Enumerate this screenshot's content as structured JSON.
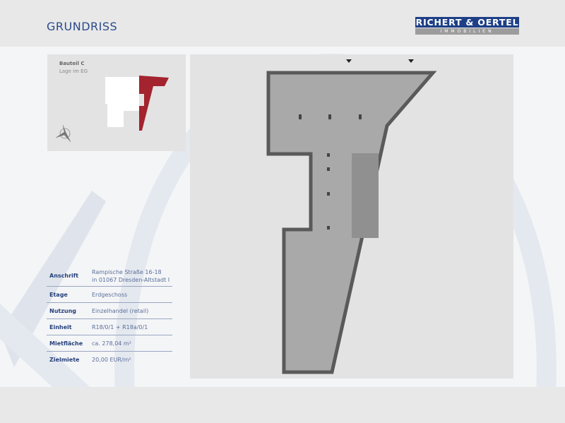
{
  "header": {
    "title": "GRUNDRISS"
  },
  "logo": {
    "name": "RICHERT & OERTEL",
    "subtitle": "IMMOBILIEN"
  },
  "site_plan": {
    "building": "Bauteil C",
    "location": "Lage im EG",
    "highlight_color": "#a3232e"
  },
  "info": [
    {
      "label": "Anschrift",
      "value": [
        "Rampische Straße 16-18",
        "in 01067 Dresden-Altstadt I"
      ]
    },
    {
      "label": "Etage",
      "value": [
        "Erdgeschoss"
      ]
    },
    {
      "label": "Nutzung",
      "value": [
        "Einzelhandel (retail)"
      ]
    },
    {
      "label": "Einheit",
      "value": [
        "R18/0/1 + R18a/0/1"
      ]
    },
    {
      "label": "Mietfläche",
      "value": [
        "ca. 278,04 m²"
      ]
    },
    {
      "label": "Zielmiete",
      "value": [
        "20,00 EUR/m²"
      ]
    }
  ],
  "colors": {
    "brand_blue": "#1d3f86",
    "text_blue": "#25407a"
  }
}
